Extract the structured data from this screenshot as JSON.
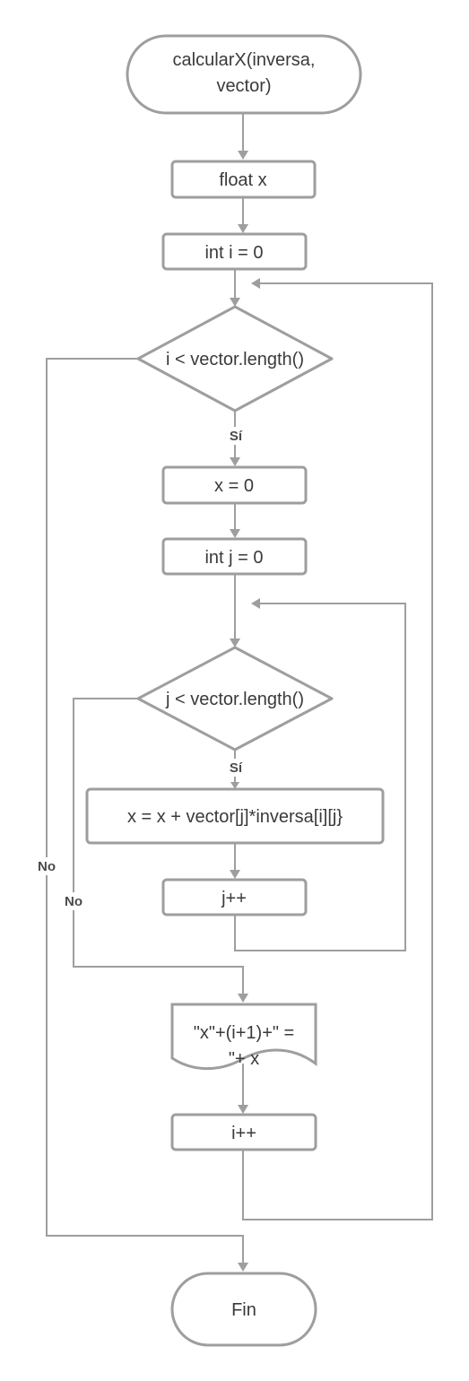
{
  "diagram": {
    "nodes": {
      "start": {
        "line1": "calcularX(inversa,",
        "line2": "vector)"
      },
      "float_x": {
        "label": "float x"
      },
      "init_i": {
        "label": "int i = 0"
      },
      "cond_i": {
        "label": "i < vector.length()"
      },
      "reset_x": {
        "label": "x = 0"
      },
      "init_j": {
        "label": "int j = 0"
      },
      "cond_j": {
        "label": "j < vector.length()"
      },
      "accumulate": {
        "label": "x = x + vector[j]*inversa[i][j}"
      },
      "inc_j": {
        "label": "j++"
      },
      "output": {
        "line1": "\"x\"+(i+1)+\" =",
        "line2": "\"+ x"
      },
      "inc_i": {
        "label": "i++"
      },
      "end": {
        "label": "Fin"
      }
    },
    "edge_labels": {
      "cond_i_yes": "Sí",
      "cond_i_no": "No",
      "cond_j_yes": "Sí",
      "cond_j_no": "No"
    }
  }
}
